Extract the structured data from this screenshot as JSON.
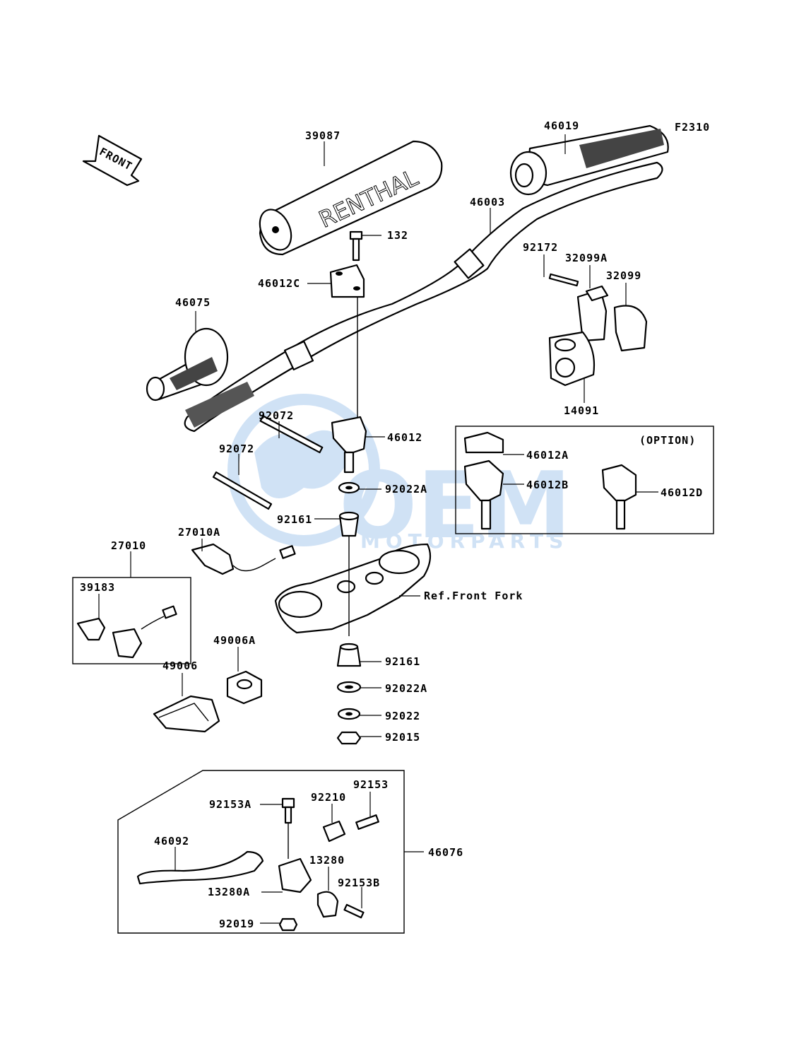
{
  "diagram": {
    "figure_code": "F2310",
    "front_marker": "FRONT",
    "option_label": "(OPTION)",
    "ref_label": "Ref.Front Fork",
    "watermark": {
      "logo": "OEM",
      "subtitle": "MOTORPARTS",
      "color": "#2f7fd6"
    },
    "part_labels": {
      "p39087": "39087",
      "p46019": "46019",
      "p46003": "46003",
      "p132": "132",
      "p46012c": "46012C",
      "p92172": "92172",
      "p32099a": "32099A",
      "p32099": "32099",
      "p46075": "46075",
      "p14091": "14091",
      "p92072a": "92072",
      "p92072b": "92072",
      "p46012": "46012",
      "p92022a_top": "92022A",
      "p92161_top": "92161",
      "p27010a": "27010A",
      "p27010": "27010",
      "p39183": "39183",
      "p46012a": "46012A",
      "p46012b": "46012B",
      "p46012d": "46012D",
      "p49006a": "49006A",
      "p49006": "49006",
      "p92161_bottom": "92161",
      "p92022a_bottom": "92022A",
      "p92022": "92022",
      "p92015": "92015",
      "p92153": "92153",
      "p92153a": "92153A",
      "p92210": "92210",
      "p46092": "46092",
      "p46076": "46076",
      "p13280": "13280",
      "p92153b": "92153B",
      "p13280a": "13280A",
      "p92019": "92019"
    }
  }
}
